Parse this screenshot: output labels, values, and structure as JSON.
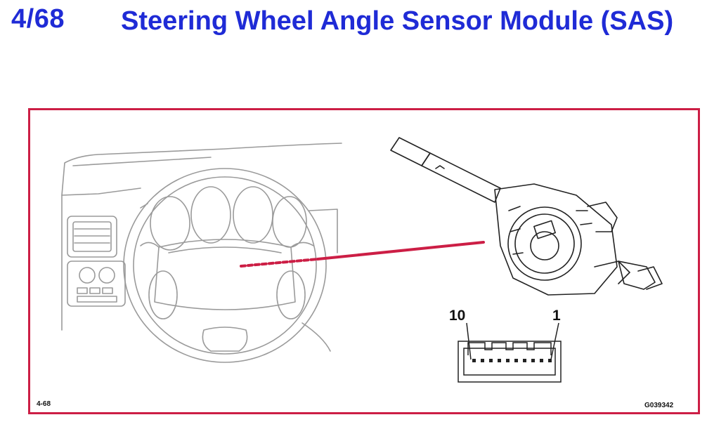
{
  "header": {
    "section_number": "4/68",
    "title": "Steering Wheel Angle Sensor Module (SAS)"
  },
  "diagram": {
    "connector_pin_left": "10",
    "connector_pin_right": "1",
    "page_ref": "4-68",
    "figure_code": "G039342",
    "colors": {
      "title": "#1f2bd6",
      "frame": "#cc1e45",
      "pointer": "#cc1e45",
      "dashboard": "#9a9a9a",
      "module": "#222222"
    }
  }
}
